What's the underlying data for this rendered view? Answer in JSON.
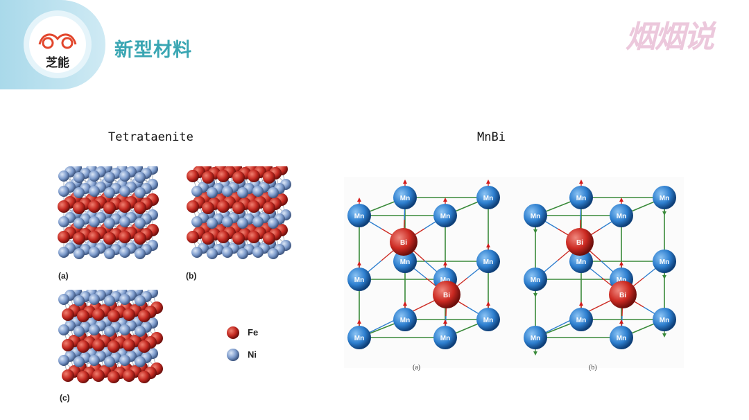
{
  "header": {
    "logo_text": "芝能",
    "page_title": "新型材料",
    "brand_mark": "烟烟说"
  },
  "sections": {
    "left_title": "Tetrataenite",
    "right_title": "MnBi"
  },
  "tetrataenite": {
    "panels": [
      "(a)",
      "(b)",
      "(c)"
    ],
    "legend": [
      {
        "label": "Fe",
        "color": "#c42a22"
      },
      {
        "label": "Ni",
        "color": "#7d9bcc"
      }
    ]
  },
  "mnbi": {
    "captions": [
      "(a)",
      "(b)"
    ],
    "atom_labels": {
      "mn": "Mn",
      "bi": "Bi"
    },
    "colors": {
      "mn": "#2e7fcf",
      "bi": "#cc2a22",
      "bond": "#3a8a3a",
      "spin": "#d41a1a"
    }
  },
  "colors": {
    "accent": "#3aa6b3",
    "header_band": "#a9d9ea",
    "logo_red": "#e2462c",
    "brand": "#ecc8dc"
  }
}
